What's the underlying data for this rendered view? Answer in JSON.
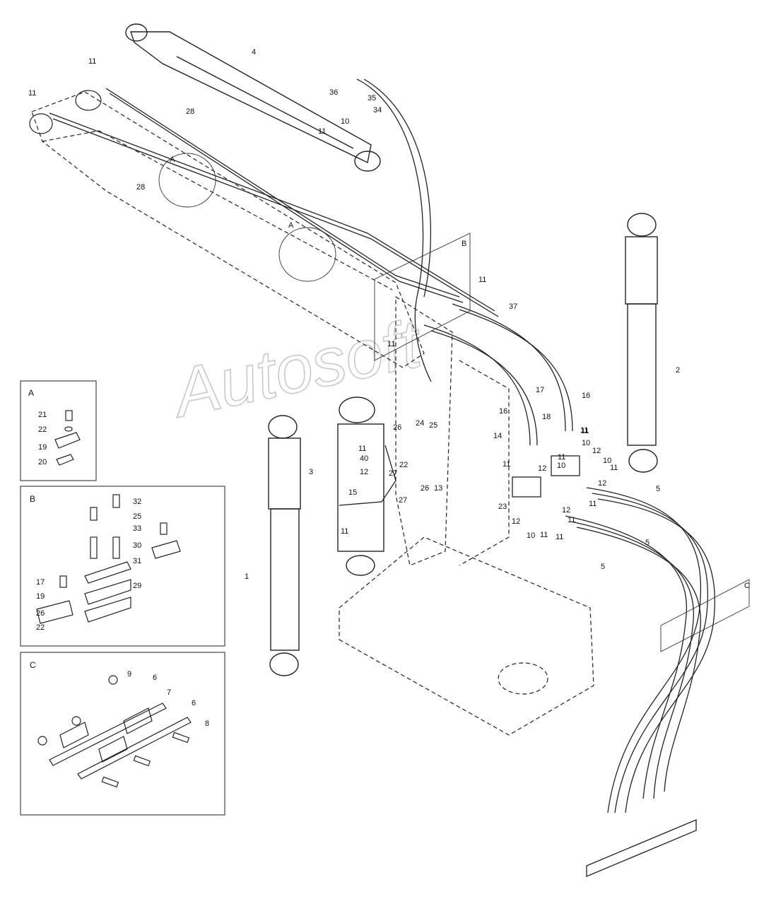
{
  "diagram": {
    "watermark": "Autosoft",
    "insets": {
      "A": {
        "title": "A",
        "labels": [
          "21",
          "22",
          "19",
          "20"
        ]
      },
      "B": {
        "title": "B",
        "labels": [
          "32",
          "25",
          "33",
          "30",
          "31",
          "29",
          "17",
          "19",
          "26",
          "22"
        ]
      },
      "C": {
        "title": "C",
        "labels": [
          "9",
          "6",
          "7",
          "6",
          "8"
        ]
      }
    },
    "zone_markers": [
      "A",
      "A",
      "B",
      "C"
    ],
    "callouts": [
      "4",
      "11",
      "11",
      "11",
      "28",
      "28",
      "36",
      "35",
      "34",
      "10",
      "11",
      "11",
      "11",
      "37",
      "2",
      "17",
      "16",
      "16",
      "18",
      "24",
      "25",
      "26",
      "14",
      "11",
      "40",
      "12",
      "22",
      "27",
      "13",
      "26",
      "27",
      "15",
      "11",
      "3",
      "1",
      "11",
      "10",
      "12",
      "11",
      "10",
      "12",
      "11",
      "12",
      "10",
      "11",
      "11",
      "23",
      "12",
      "10",
      "11",
      "11",
      "5",
      "5",
      "5",
      "12",
      "11"
    ]
  }
}
